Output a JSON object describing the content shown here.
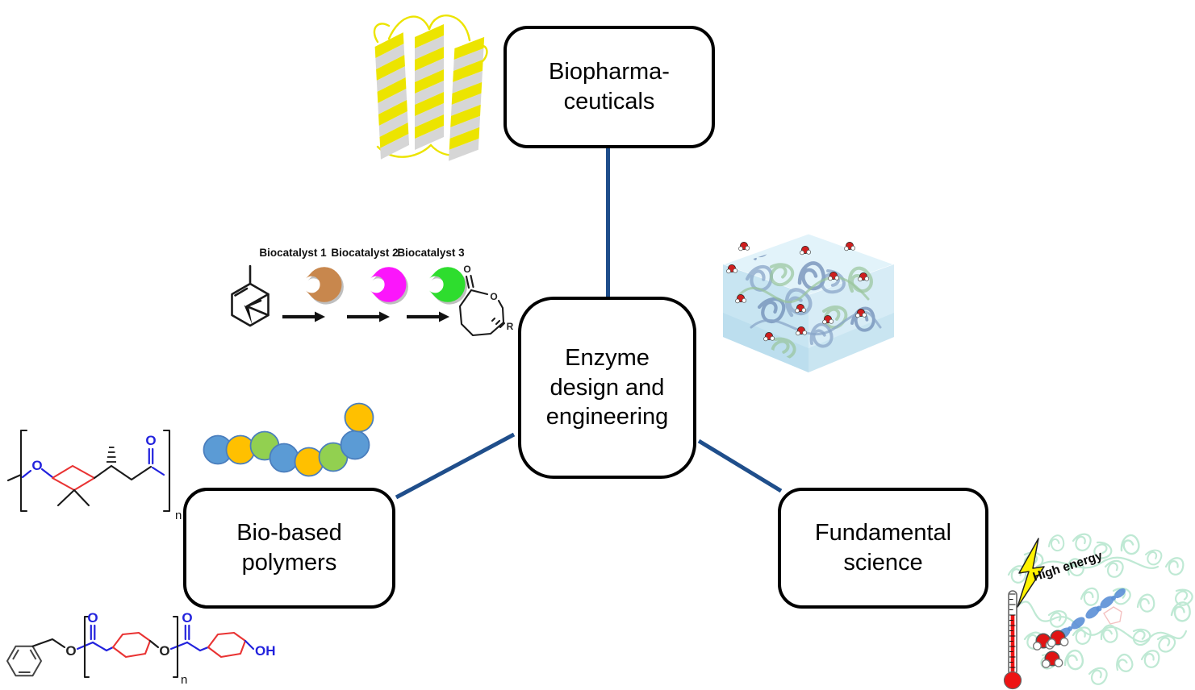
{
  "colors": {
    "connector": "#1f4e8b",
    "protein_yellow": "#ece400",
    "chem_red": "#e93333",
    "chem_blue": "#2222dd",
    "mint": "#bfe9d4",
    "thermometer_red": "#ee1414",
    "lightning_yellow": "#fff200"
  },
  "boxes": {
    "biopharma": {
      "label": "Biopharma-\nceuticals"
    },
    "center": {
      "label": "Enzyme\ndesign and\nengineering"
    },
    "biobased": {
      "label": "Bio-based\npolymers"
    },
    "fundamental": {
      "label": "Fundamental\nscience"
    }
  },
  "scheme": {
    "catalysts": [
      {
        "label": "Biocatalyst 1",
        "color": "#c8874d"
      },
      {
        "label": "Biocatalyst 2",
        "color": "#fb16fb"
      },
      {
        "label": "Biocatalyst 3",
        "color": "#2edd2e"
      }
    ],
    "product": {
      "carbonyl_o": "O",
      "ring_o": "O",
      "substituent": "R"
    }
  },
  "polymer_top": {
    "ether_o": "O",
    "carbonyl_o": "O",
    "subscript": "n"
  },
  "polymer_bottom": {
    "ester_o1": "O",
    "carbonyl_o1": "O",
    "ester_o2": "O",
    "carbonyl_o2": "O",
    "hydroxyl": "OH",
    "subscript": "n"
  },
  "fundamental_art": {
    "annotation": "High energy"
  },
  "bead_chain": {
    "colors": {
      "blue": "#5b9bd5",
      "orange": "#ffc000",
      "green": "#92d050"
    },
    "sequence": [
      "blue",
      "orange",
      "green",
      "blue",
      "orange",
      "green",
      "blue",
      "orange"
    ]
  }
}
